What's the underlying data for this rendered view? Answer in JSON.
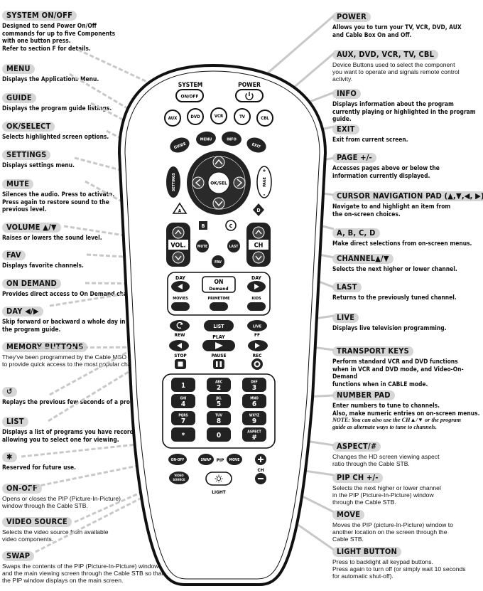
{
  "left_callouts": [
    {
      "id": "system-on-off",
      "title": "SYSTEM  ON/OFF",
      "desc": "Designed to send Power On/Off\ncommands for up to five Components\nwith one button press.\nRefer to section F for details."
    },
    {
      "id": "menu",
      "title": "MENU",
      "desc": "Displays the Applications Menu."
    },
    {
      "id": "guide",
      "title": "GUIDE",
      "desc": "Displays the program guide listings."
    },
    {
      "id": "ok-select",
      "title": "OK/SELECT",
      "desc": "Selects highlighted screen options."
    },
    {
      "id": "settings",
      "title": "SETTINGS",
      "desc": "Displays settings menu."
    },
    {
      "id": "mute",
      "title": "MUTE",
      "desc": "Silences the audio. Press to activate.\nPress again to restore sound to the\nprevious level."
    },
    {
      "id": "volume",
      "title": "VOLUME ▲/▼",
      "desc": "Raises or lowers the sound level."
    },
    {
      "id": "fav",
      "title": "FAV",
      "desc": "Displays favorite channels."
    },
    {
      "id": "on-demand",
      "title": "ON  DEMAND",
      "desc": "Provides direct access to On Demand channel."
    },
    {
      "id": "day",
      "title": "DAY ◀/▶",
      "desc": "Skip forward or backward a whole day in\nthe program guide."
    },
    {
      "id": "memory-buttons",
      "title": "MEMORY BUTTONS",
      "desc": "They've been programmed by the Cable MSO\nto provide quick access to the most popular channels.",
      "light": true
    },
    {
      "id": "replay",
      "title": "↺",
      "desc": "Replays the previous few seconds of a program."
    },
    {
      "id": "list",
      "title": "LIST",
      "desc": "Displays a list of programs you have recorded,\nallowing you to select one for viewing."
    },
    {
      "id": "asterisk",
      "title": "✱",
      "desc": "Reserved for future use."
    },
    {
      "id": "on-off",
      "title": "ON-OFF",
      "desc": "Opens or closes the PIP (Picture-In-Picture)\nwindow through the Cable STB.",
      "light": true
    },
    {
      "id": "video-source",
      "title": "VIDEO SOURCE",
      "desc": "Selects the video source from available\nvideo components.",
      "light": true
    },
    {
      "id": "swap",
      "title": "SWAP",
      "desc": "Swaps the contents of the PIP (Picture-In-Picture) window\nand the main viewing screen through the Cable STB so that\nthe PIP window displays on the main screen.",
      "light": true
    }
  ],
  "right_callouts": [
    {
      "id": "power",
      "title": "POWER",
      "desc": "Allows you to turn your TV, VCR, DVD, AUX\nand Cable Box On and Off."
    },
    {
      "id": "device-buttons",
      "title": "AUX,  DVD,  VCR,  TV,  CBL",
      "desc": "Device Buttons used to select the component\nyou want to operate and signals remote control\nactivity.",
      "light": true
    },
    {
      "id": "info",
      "title": "INFO",
      "desc": "Displays information about the program\ncurrently playing or highlighted in the program guide."
    },
    {
      "id": "exit",
      "title": "EXIT",
      "desc": "Exit from current screen."
    },
    {
      "id": "page",
      "title": "PAGE +/-",
      "desc": "Accesses pages above or below the\ninformation currently displayed."
    },
    {
      "id": "cursor-pad",
      "title": "CURSOR NAVIGATION PAD (▲,▼,◀, ▶)",
      "desc": "Navigate to and highlight an item from\nthe on-screen choices."
    },
    {
      "id": "abcd",
      "title": "A,  B,  C,  D",
      "desc": "Make direct selections from on-screen menus."
    },
    {
      "id": "channel",
      "title": "CHANNEL▲/▼",
      "desc": "Selects the next higher or lower channel."
    },
    {
      "id": "last",
      "title": "LAST",
      "desc": "Returns to the previously tuned channel."
    },
    {
      "id": "live",
      "title": "LIVE",
      "desc": "Displays live television programming."
    },
    {
      "id": "transport",
      "title": "TRANSPORT KEYS",
      "desc": "Perform standard VCR and DVD functions\nwhen in VCR and DVD mode, and Video-On-Demand\nfunctions when in CABLE mode."
    },
    {
      "id": "number-pad",
      "title": "NUMBER  PAD",
      "desc": "Enter numbers to tune to channels.\nAlso, make numeric entries on on-screen menus.",
      "note": "NOTE: You can also use the CH▲/▼ or the program\nguide as alternate ways to tune to channels."
    },
    {
      "id": "aspect",
      "title": "ASPECT/#",
      "desc": "Changes the HD screen viewing aspect\nratio through the Cable STB.",
      "light": true
    },
    {
      "id": "pip-ch",
      "title": "PIP  CH  +/-",
      "desc": "Selects the next higher or lower channel\nin the PIP (Picture-In-Picture) window\nthrough the Cable STB.",
      "light": true
    },
    {
      "id": "move",
      "title": "MOVE",
      "desc": "Moves the PIP (picture-In-Picture) window to\nanother location on the screen through the\nCable STB.",
      "light": true
    },
    {
      "id": "light-button",
      "title": "LIGHT BUTTON",
      "desc": "Press to backlight all keypad buttons.\nPress again to turn off (or simply wait 10 seconds\nfor automatic shut-off).",
      "light": true
    }
  ],
  "remote": {
    "system_label": "SYSTEM",
    "on_off_label": "ON/OFF",
    "power_label": "POWER",
    "power_icon": "power-icon",
    "device_buttons": [
      "AUX",
      "DVD",
      "VCR",
      "TV",
      "CBL"
    ],
    "guide": "GUIDE",
    "menu": "MENU",
    "info": "INFO",
    "exit": "EXIT",
    "settings": "SETTINGS",
    "ok_sel": "OK/SEL",
    "page": "PAGE",
    "a": "A",
    "b": "B",
    "c": "C",
    "d": "D",
    "vol": "VOL.",
    "ch": "CH",
    "mute": "MUTE",
    "last": "LAST",
    "fav": "FAV",
    "day": "DAY",
    "on": "ON",
    "demand": "Demand",
    "movies": "MOVIES",
    "primetime": "PRIMETIME",
    "kids": "KIDS",
    "rew": "REW",
    "list": "LIST",
    "play": "PLAY",
    "live": "LIVE",
    "ff": "FF",
    "stop": "STOP",
    "pause": "PAUSE",
    "rec": "REC",
    "keys": [
      {
        "num": "1",
        "letters": ""
      },
      {
        "num": "2",
        "letters": "ABC"
      },
      {
        "num": "3",
        "letters": "DEF"
      },
      {
        "num": "4",
        "letters": "GHI"
      },
      {
        "num": "5",
        "letters": "JKL"
      },
      {
        "num": "6",
        "letters": "MNO"
      },
      {
        "num": "7",
        "letters": "PQRS"
      },
      {
        "num": "8",
        "letters": "TUV"
      },
      {
        "num": "9",
        "letters": "WXYZ"
      },
      {
        "num": "*",
        "letters": ""
      },
      {
        "num": "0",
        "letters": ""
      },
      {
        "num": "#",
        "letters": "ASPECT"
      }
    ],
    "pip_on_off": "ON-OFF",
    "swap": "SWAP",
    "pip": "PIP",
    "move": "MOVE",
    "video_source": "VIDEO SOURCE",
    "pip_ch": "CH",
    "light": "LIGHT"
  }
}
